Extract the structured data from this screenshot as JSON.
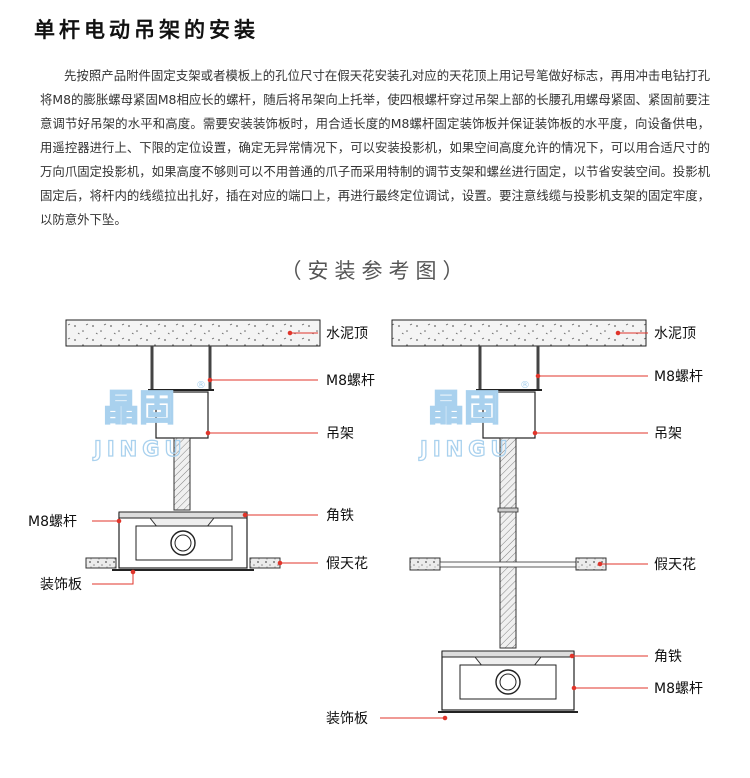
{
  "page": {
    "title": "单杆电动吊架的安装",
    "description": "先按照产品附件固定支架或者模板上的孔位尺寸在假天花安装孔对应的天花顶上用记号笔做好标志，再用冲击电钻打孔将M8的膨胀螺母紧固M8相应长的螺杆，随后将吊架向上托举，使四根螺杆穿过吊架上部的长腰孔用螺母紧固、紧固前要注意调节好吊架的水平和高度。需要安装装饰板时，用合适长度的M8螺杆固定装饰板并保证装饰板的水平度，向设备供电，用遥控器进行上、下限的定位设置，确定无异常情况下，可以安装投影机，如果空间高度允许的情况下，可以用合适尺寸的万向爪固定投影机，如果高度不够则可以不用普通的爪子而采用特制的调节支架和螺丝进行固定，以节省安装空间。投影机固定后，将杆内的线缆拉出扎好，插在对应的端口上，再进行最终定位调试，设置。要注意线缆与投影机支架的固定牢度，以防意外下坠。",
    "subtitle": "（安装参考图）"
  },
  "watermark": {
    "glyphs": "晶固",
    "latin": "JINGU",
    "mark": "®"
  },
  "diagram_left": {
    "labels": {
      "ceiling": "水泥顶",
      "rod_top": "M8螺杆",
      "bracket": "吊架",
      "angle_iron": "角铁",
      "rod_left": "M8螺杆",
      "false_ceiling": "假天花",
      "panel": "装饰板"
    }
  },
  "diagram_right": {
    "labels": {
      "ceiling": "水泥顶",
      "rod_top": "M8螺杆",
      "bracket": "吊架",
      "false_ceiling": "假天花",
      "angle_iron": "角铁",
      "rod_bottom": "M8螺杆",
      "panel": "装饰板"
    }
  },
  "colors": {
    "leader_line": "#e0352b",
    "concrete_fill": "#f2f2f2",
    "hatch": "#555555",
    "watermark": "#a9d1ee"
  }
}
